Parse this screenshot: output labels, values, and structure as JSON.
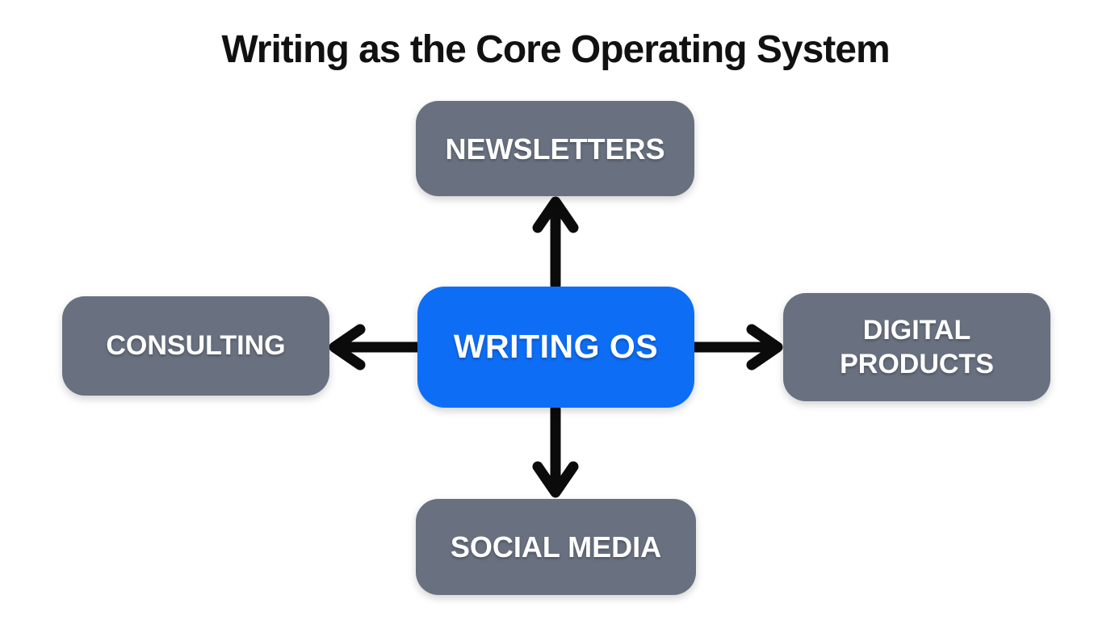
{
  "title": "Writing as the Core Operating System",
  "diagram": {
    "center": {
      "id": "writing-os",
      "label": "WRITING OS"
    },
    "nodes": [
      {
        "id": "newsletters",
        "label": "NEWSLETTERS",
        "position": "top"
      },
      {
        "id": "consulting",
        "label": "CONSULTING",
        "position": "left"
      },
      {
        "id": "digital-products",
        "label": "DIGITAL PRODUCTS",
        "position": "right"
      },
      {
        "id": "social-media",
        "label": "SOCIAL MEDIA",
        "position": "bottom"
      }
    ],
    "arrows": [
      {
        "id": "arrow-up",
        "from": "writing-os",
        "to": "newsletters",
        "direction": "up"
      },
      {
        "id": "arrow-left",
        "from": "writing-os",
        "to": "consulting",
        "direction": "left"
      },
      {
        "id": "arrow-right",
        "from": "writing-os",
        "to": "digital-products",
        "direction": "right"
      },
      {
        "id": "arrow-down",
        "from": "writing-os",
        "to": "social-media",
        "direction": "down"
      }
    ]
  },
  "colors": {
    "background": "#ffffff",
    "center_fill": "#0d6ef5",
    "node_fill": "#697180",
    "arrow": "#0b0b0b",
    "title_text": "#111111",
    "node_text": "#ffffff"
  }
}
